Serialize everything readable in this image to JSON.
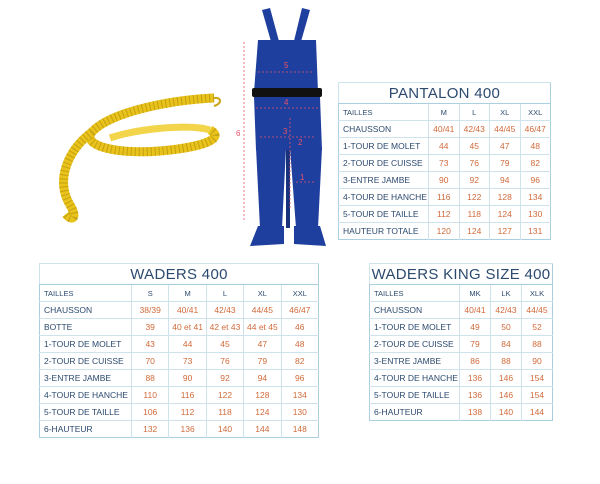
{
  "illustration": {
    "measure_numbers": [
      "5",
      "4",
      "3",
      "2",
      "1",
      "6"
    ]
  },
  "tables": {
    "pantalon": {
      "title": "PANTALON 400",
      "header_label": "TAILLES",
      "sizes": [
        "M",
        "L",
        "XL",
        "XXL"
      ],
      "rows": [
        {
          "label": "CHAUSSON",
          "values": [
            "40/41",
            "42/43",
            "44/45",
            "46/47"
          ]
        },
        {
          "label": "1-TOUR DE MOLET",
          "values": [
            "44",
            "45",
            "47",
            "48"
          ]
        },
        {
          "label": "2-TOUR DE CUISSE",
          "values": [
            "73",
            "76",
            "79",
            "82"
          ]
        },
        {
          "label": "3-ENTRE JAMBE",
          "values": [
            "90",
            "92",
            "94",
            "96"
          ]
        },
        {
          "label": "4-TOUR DE HANCHE",
          "values": [
            "116",
            "122",
            "128",
            "134"
          ]
        },
        {
          "label": "5-TOUR DE TAILLE",
          "values": [
            "112",
            "118",
            "124",
            "130"
          ]
        },
        {
          "label": "HAUTEUR TOTALE",
          "values": [
            "120",
            "124",
            "127",
            "131"
          ]
        }
      ]
    },
    "waders": {
      "title": "WADERS 400",
      "header_label": "TAILLES",
      "sizes": [
        "S",
        "M",
        "L",
        "XL",
        "XXL"
      ],
      "rows": [
        {
          "label": "CHAUSSON",
          "values": [
            "38/39",
            "40/41",
            "42/43",
            "44/45",
            "46/47"
          ]
        },
        {
          "label": "BOTTE",
          "values": [
            "39",
            "40 et 41",
            "42 et 43",
            "44 et 45",
            "46"
          ]
        },
        {
          "label": "1-TOUR DE MOLET",
          "values": [
            "43",
            "44",
            "45",
            "47",
            "48"
          ]
        },
        {
          "label": "2-TOUR DE CUISSE",
          "values": [
            "70",
            "73",
            "76",
            "79",
            "82"
          ]
        },
        {
          "label": "3-ENTRE JAMBE",
          "values": [
            "88",
            "90",
            "92",
            "94",
            "96"
          ]
        },
        {
          "label": "4-TOUR DE HANCHE",
          "values": [
            "110",
            "116",
            "122",
            "128",
            "134"
          ]
        },
        {
          "label": "5-TOUR DE TAILLE",
          "values": [
            "106",
            "112",
            "118",
            "124",
            "130"
          ]
        },
        {
          "label": "6-HAUTEUR",
          "values": [
            "132",
            "136",
            "140",
            "144",
            "148"
          ]
        }
      ]
    },
    "king": {
      "title": "WADERS KING SIZE 400",
      "header_label": "TAILLES",
      "sizes": [
        "MK",
        "LK",
        "XLK"
      ],
      "rows": [
        {
          "label": "CHAUSSON",
          "values": [
            "40/41",
            "42/43",
            "44/45"
          ]
        },
        {
          "label": "1-TOUR DE MOLET",
          "values": [
            "49",
            "50",
            "52"
          ]
        },
        {
          "label": "2-TOUR DE CUISSE",
          "values": [
            "79",
            "84",
            "88"
          ]
        },
        {
          "label": "3-ENTRE JAMBE",
          "values": [
            "86",
            "88",
            "90"
          ]
        },
        {
          "label": "4-TOUR DE HANCHE",
          "values": [
            "136",
            "146",
            "154"
          ]
        },
        {
          "label": "5-TOUR DE TAILLE",
          "values": [
            "136",
            "146",
            "154"
          ]
        },
        {
          "label": "6-HAUTEUR",
          "values": [
            "138",
            "140",
            "144"
          ]
        }
      ]
    }
  },
  "colors": {
    "wader_blue": "#1f3f9e",
    "tape_yellow": "#e9c21a",
    "text_navy": "#2c4a6e",
    "value_orange": "#d06a3a",
    "border_blue": "#a9cfe0",
    "measure_pink": "#e8526b"
  }
}
